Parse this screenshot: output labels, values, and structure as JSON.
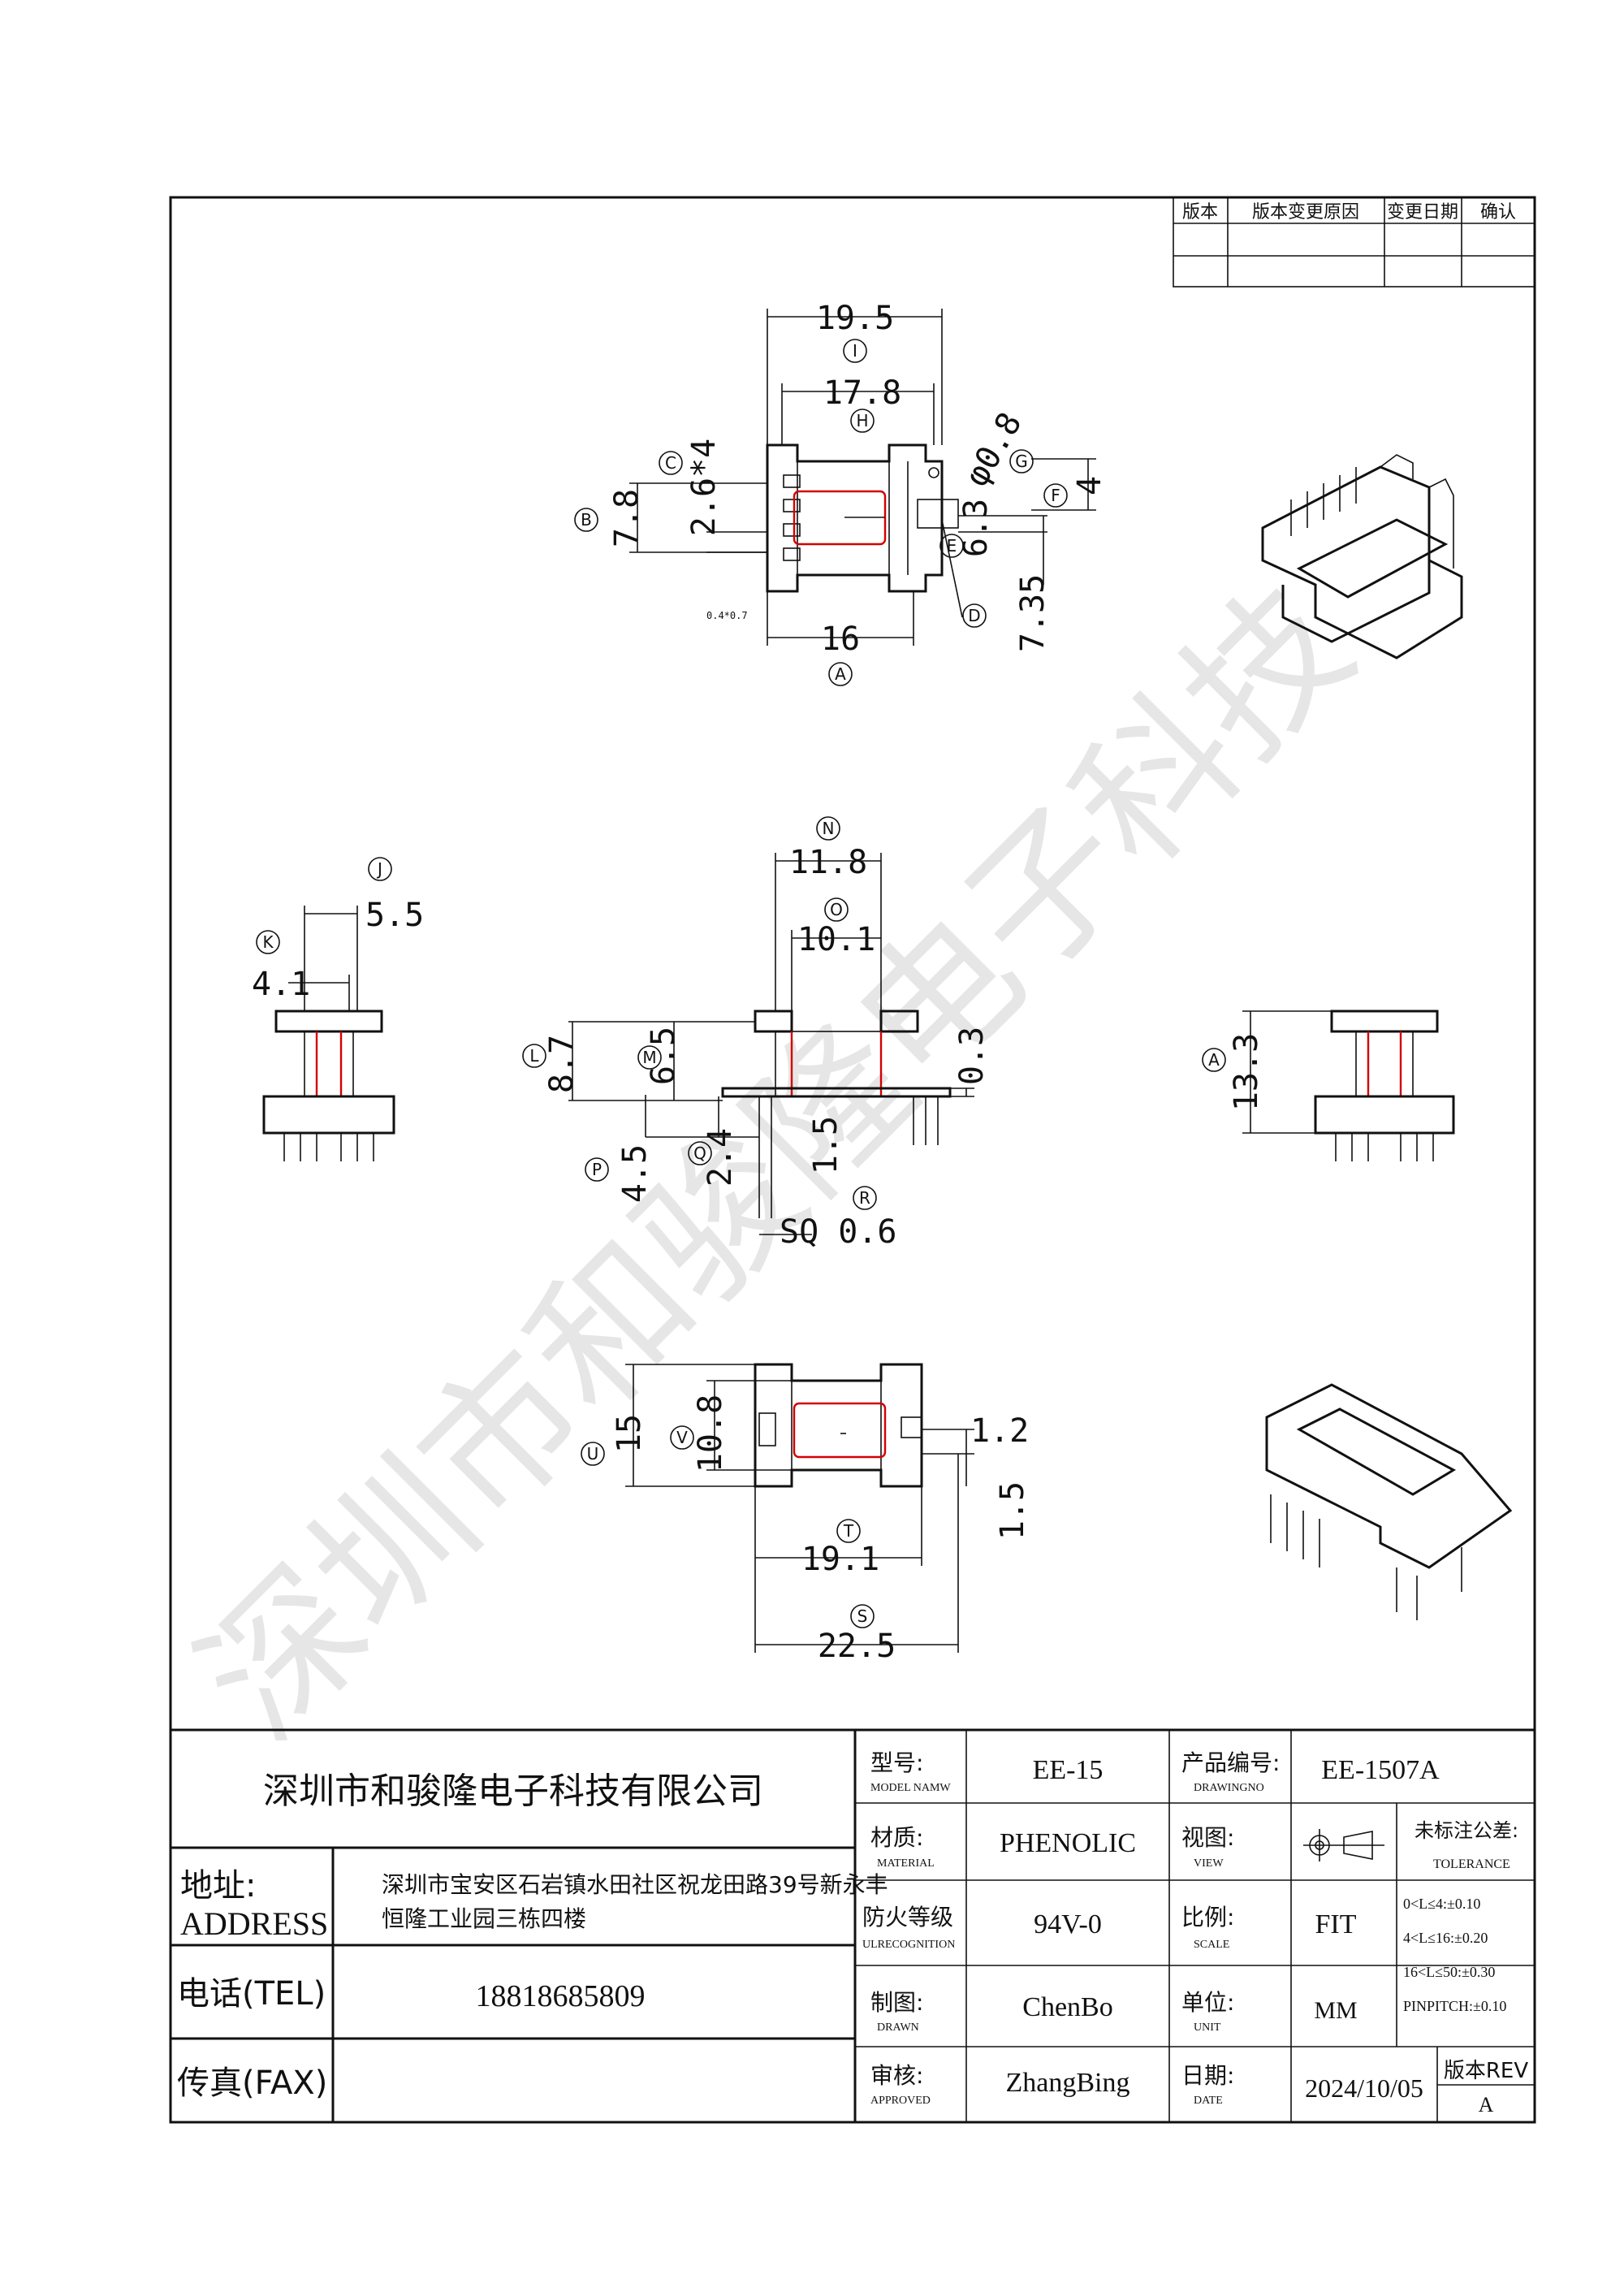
{
  "revision_table": {
    "headers": [
      "版本",
      "版本变更原因",
      "变更日期",
      "确认"
    ]
  },
  "watermark": "深圳市和骏隆电子科技",
  "top_view": {
    "dims": [
      "19.5",
      "17.8",
      "16",
      "7.8",
      "2.6*4",
      "φ0.8",
      "4",
      "6.3",
      "7.35",
      "0.4*0.7"
    ],
    "bubbles": [
      "I",
      "H",
      "A",
      "B",
      "C",
      "G",
      "F",
      "E",
      "D"
    ]
  },
  "side_view_left": {
    "dims": [
      "5.5",
      "4.1"
    ],
    "bubbles": [
      "J",
      "K"
    ]
  },
  "front_view": {
    "dims": [
      "11.8",
      "10.1",
      "8.7",
      "6.5",
      "0.3",
      "4.5",
      "2.4",
      "1.5",
      "SQ 0.6"
    ],
    "bubbles": [
      "N",
      "O",
      "L",
      "M",
      "P",
      "Q",
      "R"
    ]
  },
  "side_view_right": {
    "dims": [
      "13.3"
    ],
    "bubbles": [
      "A"
    ]
  },
  "bottom_view": {
    "dims": [
      "15",
      "10.8",
      "1.2",
      "1.5",
      "19.1",
      "22.5"
    ],
    "bubbles": [
      "U",
      "V",
      "T",
      "S"
    ]
  },
  "title_block": {
    "company": "深圳市和骏隆电子科技有限公司",
    "address_label_cn": "地址:",
    "address_label_en": "ADDRESS",
    "address_line1": "深圳市宝安区石岩镇水田社区祝龙田路39号新永丰",
    "address_line2": "恒隆工业园三栋四楼",
    "tel_label": "电话(TEL)",
    "tel": "18818685809",
    "fax_label": "传真(FAX)",
    "fax": "",
    "model_label_cn": "型号:",
    "model_label_en": "MODEL NAMW",
    "model": "EE-15",
    "drawing_no_label_cn": "产品编号:",
    "drawing_no_label_en": "DRAWINGNO",
    "drawing_no": "EE-1507A",
    "material_label_cn": "材质:",
    "material_label_en": "MATERIAL",
    "material": "PHENOLIC",
    "view_label_cn": "视图:",
    "view_label_en": "VIEW",
    "tolerance_label_cn": "未标注公差:",
    "tolerance_label_en": "TOLERANCE",
    "tolerance_lines": [
      "0<L≤4:±0.10",
      "4<L≤16:±0.20",
      "16<L≤50:±0.30",
      "PINPITCH:±0.10"
    ],
    "flame_label_cn": "防火等级",
    "flame_label_en": "ULRECOGNITION",
    "flame": "94V-0",
    "scale_label_cn": "比例:",
    "scale_label_en": "SCALE",
    "scale": "FIT",
    "drawn_label_cn": "制图:",
    "drawn_label_en": "DRAWN",
    "drawn": "ChenBo",
    "unit_label_cn": "单位:",
    "unit_label_en": "UNIT",
    "unit": "MM",
    "approved_label_cn": "审核:",
    "approved_label_en": "APPROVED",
    "approved": "ZhangBing",
    "date_label_cn": "日期:",
    "date_label_en": "DATE",
    "date": "2024/10/05",
    "rev_label": "版本REV",
    "rev": "A"
  }
}
